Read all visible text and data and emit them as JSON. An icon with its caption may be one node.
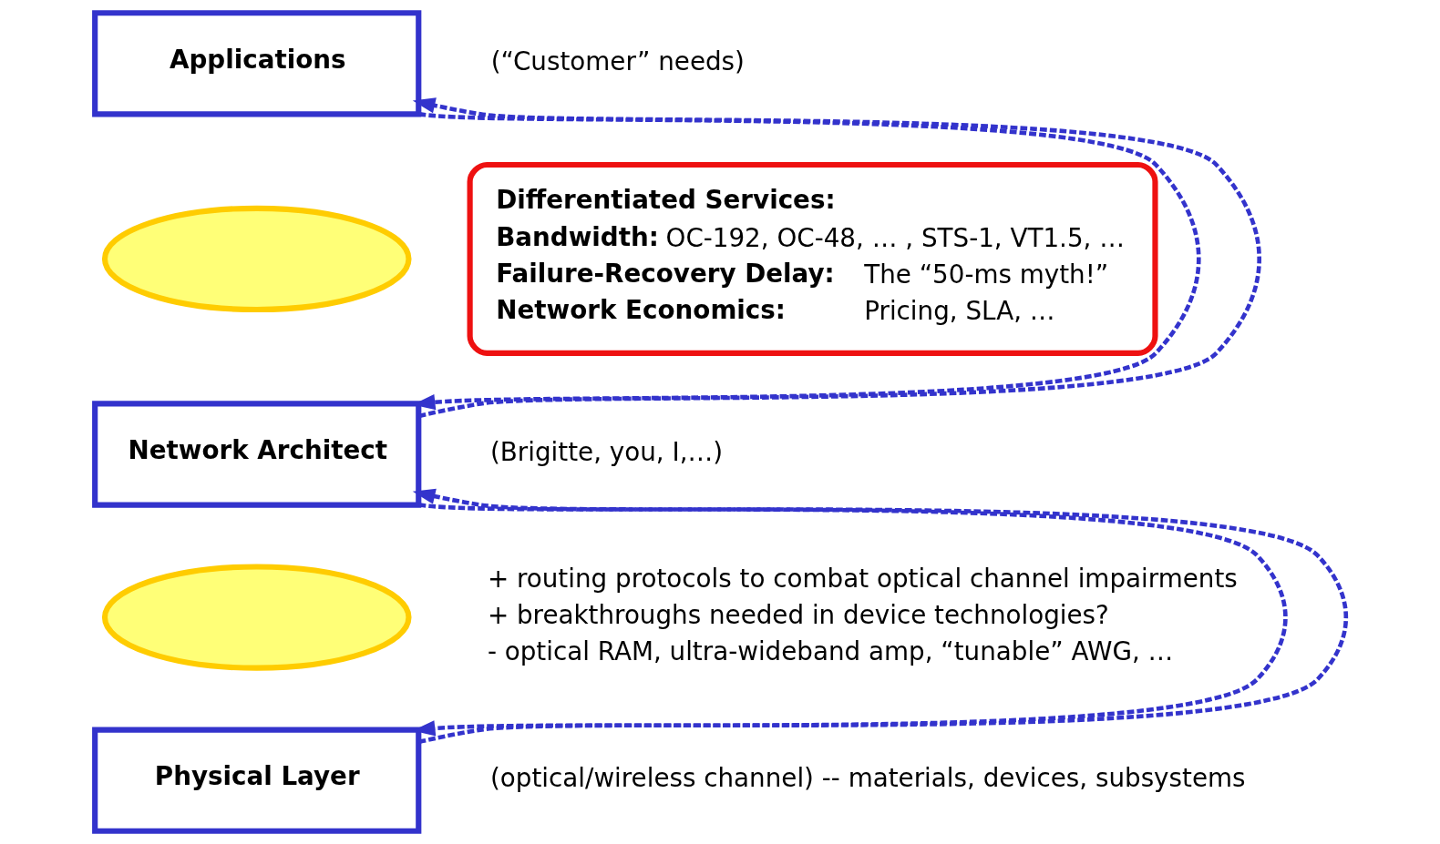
{
  "diagram": {
    "nodes": [
      {
        "text": [
          "Applications"
        ],
        "beside": [
          "(“Customer” needs)"
        ]
      },
      {
        "text": [],
        "shape": "ellipse"
      },
      {
        "text": [
          "Network Architect"
        ],
        "beside": [
          "(Brigitte, you, I,…)"
        ]
      },
      {
        "text": [],
        "shape": "ellipse"
      },
      {
        "text": [
          "Physical Layer"
        ],
        "beside": [
          "(optical/wireless channel) -- materials, devices, subsystems"
        ]
      },
      {
        "text": [
          "**Differentiated Services:**",
          "**Bandwidth:** OC-192, OC-48, … , STS-1, VT1.5, …",
          "**Failure-Recovery Delay:** The “50-ms myth!”",
          "**Network Economics:** Pricing, SLA, …"
        ]
      }
    ],
    "edges": [
      {
        "from": 0,
        "to": 2,
        "arrow": "to",
        "style": "dashed"
      },
      {
        "from": 2,
        "to": 0,
        "arrow": "to",
        "style": "dashed"
      },
      {
        "from": 2,
        "to": 4,
        "arrow": "to",
        "style": "dashed"
      },
      {
        "from": 4,
        "to": 2,
        "arrow": "to",
        "style": "dashed"
      }
    ],
    "labels": [
      "+ routing protocols to combat optical channel impairments",
      "+ breakthroughs needed in device technologies?",
      "- optical RAM, ultra-wideband amp, “tunable” AWG, …"
    ]
  }
}
